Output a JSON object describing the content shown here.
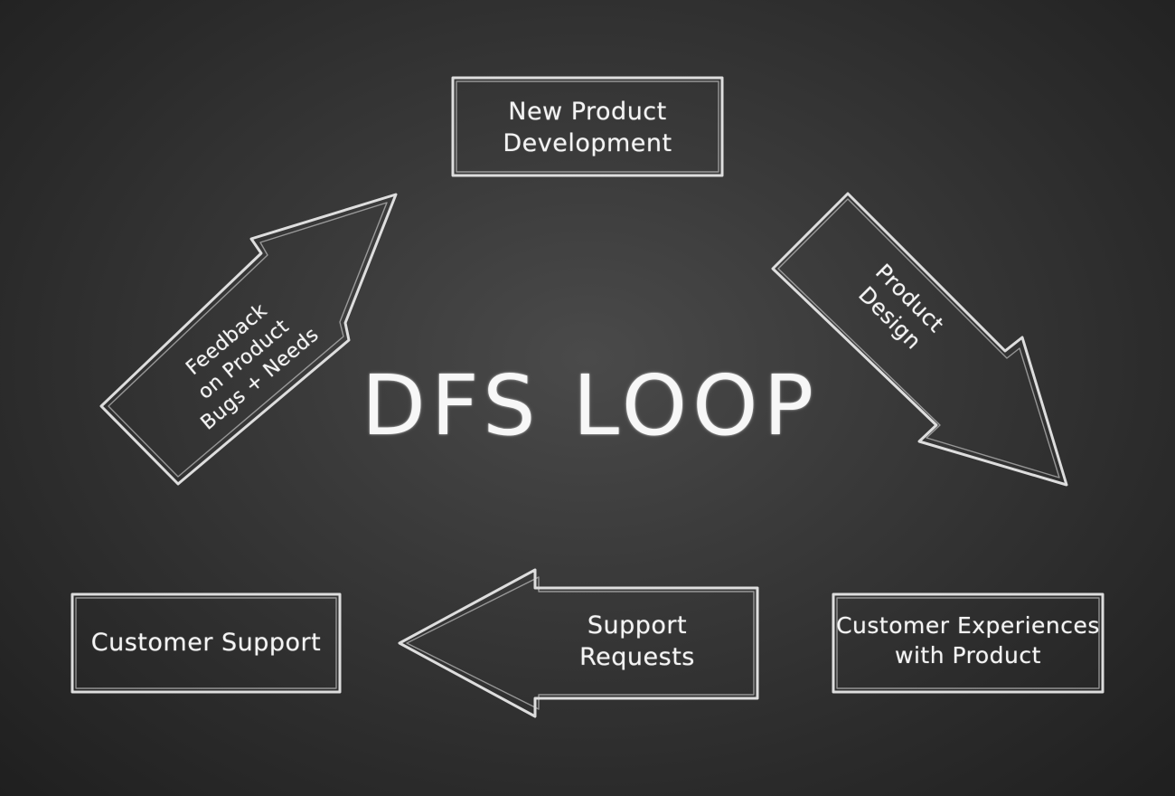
{
  "diagram": {
    "title": "DFS LOOP",
    "boxes": {
      "new_product": [
        "New Product",
        "Development"
      ],
      "customer_experiences": [
        "Customer Experiences",
        "with Product"
      ],
      "customer_support": [
        "Customer Support"
      ]
    },
    "arrows": {
      "product_design": [
        "Product",
        "Design"
      ],
      "support_requests": [
        "Support",
        "Requests"
      ],
      "feedback": [
        "Feedback",
        "on Product",
        "Bugs + Needs"
      ]
    }
  }
}
